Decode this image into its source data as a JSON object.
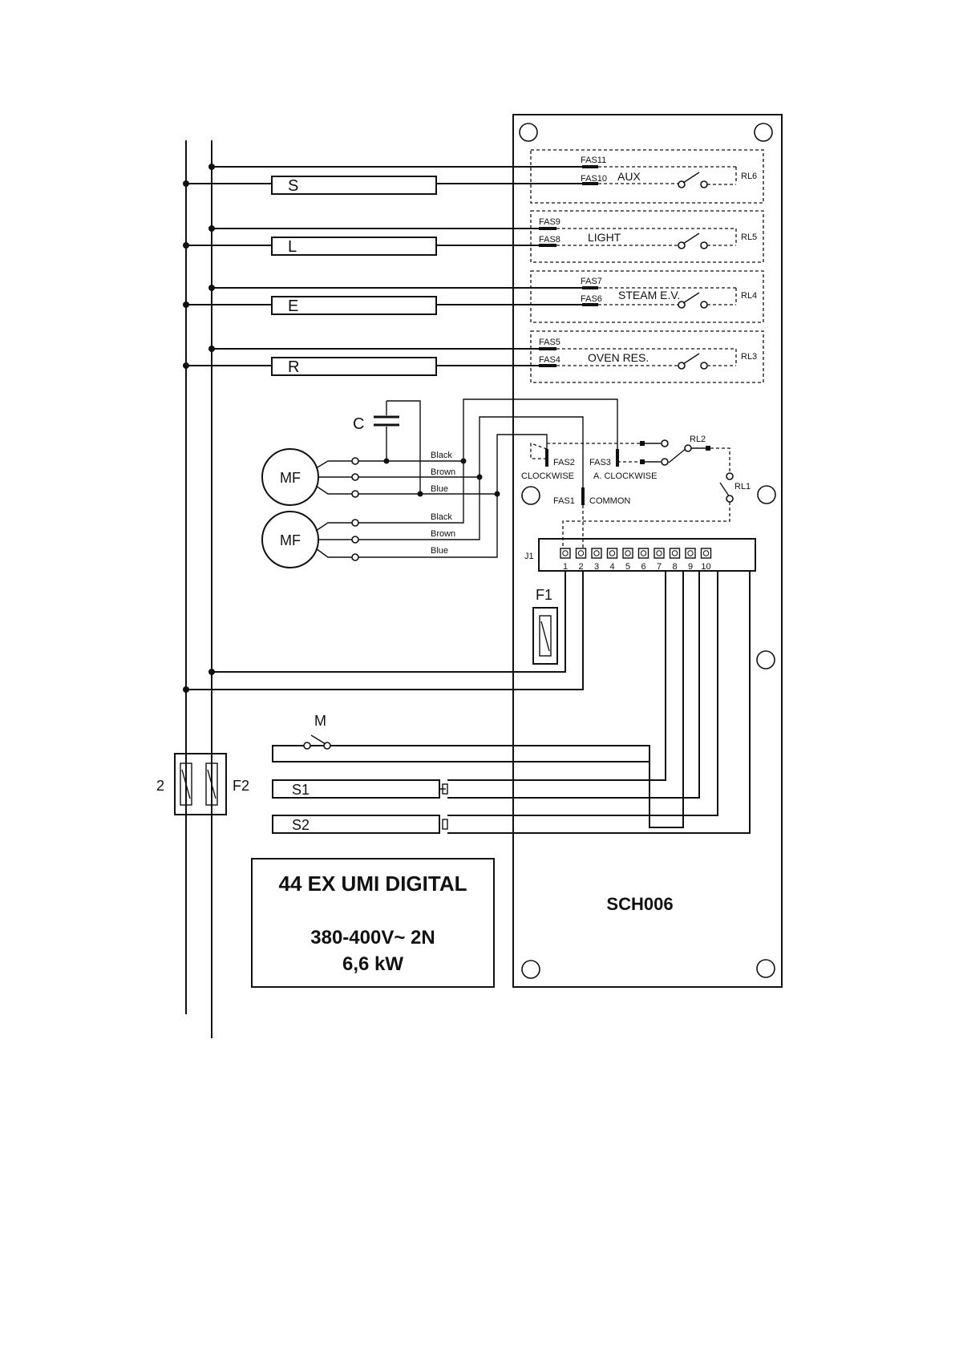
{
  "components": {
    "loads": [
      "S",
      "L",
      "E",
      "R"
    ],
    "capacitor": "C",
    "fan_motor": "MF",
    "switch": "M",
    "probes": [
      "S1",
      "S2"
    ],
    "fuses": {
      "board": "F1",
      "main": "F2",
      "main_left_partial": "2"
    },
    "connector": "J1"
  },
  "wire_colors": [
    "Black",
    "Brown",
    "Blue"
  ],
  "relays": [
    {
      "name": "RL6",
      "label": "AUX",
      "fas_top": "FAS11",
      "fas_bottom": "FAS10"
    },
    {
      "name": "RL5",
      "label": "LIGHT",
      "fas_top": "FAS9",
      "fas_bottom": "FAS8"
    },
    {
      "name": "RL4",
      "label": "STEAM E.V.",
      "fas_top": "FAS7",
      "fas_bottom": "FAS6"
    },
    {
      "name": "RL3",
      "label": "OVEN RES.",
      "fas_top": "FAS5",
      "fas_bottom": "FAS4"
    }
  ],
  "motor_relays": {
    "rl2": "RL2",
    "rl1": "RL1",
    "fas1": "FAS1",
    "common": "COMMON",
    "fas2": "FAS2",
    "clockwise": "CLOCKWISE",
    "fas3": "FAS3",
    "anticlockwise": "A. CLOCKWISE"
  },
  "pins": [
    "1",
    "2",
    "3",
    "4",
    "5",
    "6",
    "7",
    "8",
    "9",
    "10"
  ],
  "title_box": {
    "model": "44 EX UMI DIGITAL",
    "voltage": "380-400V~ 2N",
    "power": "6,6 kW"
  },
  "board_code": "SCH006"
}
